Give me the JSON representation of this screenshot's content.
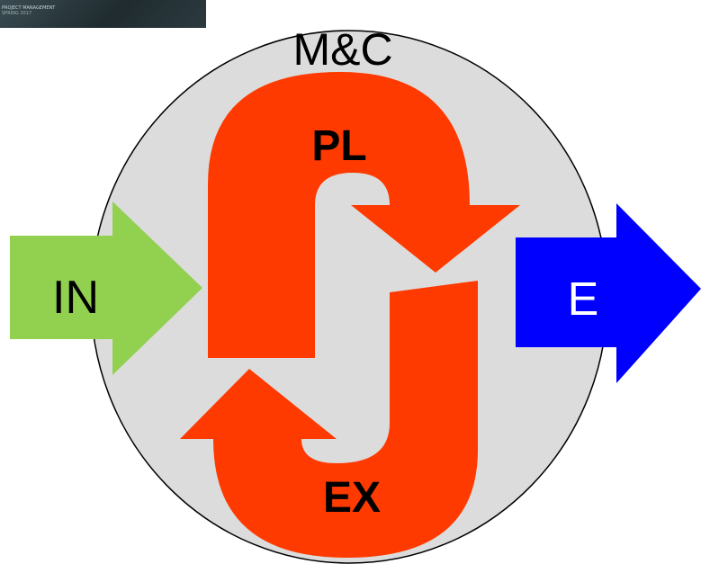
{
  "thumbnail": {
    "line1": "PROJECT MANAGEMENT",
    "line2": "SPRING 2017"
  },
  "diagram": {
    "center_label": "M&C",
    "planning_label": "PL",
    "executing_label": "EX",
    "input_label": "IN",
    "exit_label": "E"
  },
  "colors": {
    "background": "#ffffff",
    "circle_fill": "#dcdcdc",
    "circle_stroke": "#000000",
    "process_arrow": "#ff3a00",
    "input_arrow": "#92d050",
    "exit_arrow": "#0000ff",
    "label_text": "#000000",
    "exit_text": "#ffffff"
  }
}
